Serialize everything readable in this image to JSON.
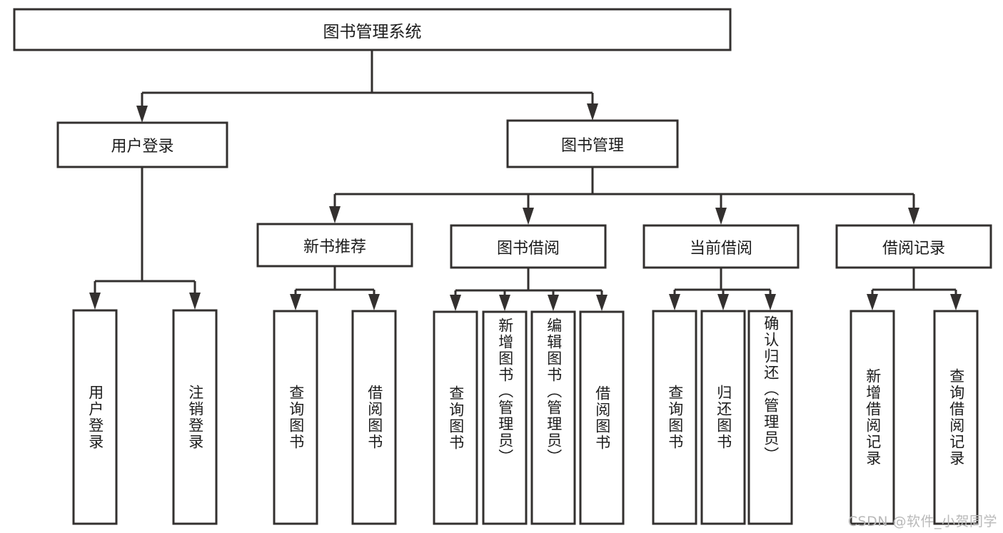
{
  "diagram": {
    "type": "tree-hierarchy",
    "title": "图书管理系统",
    "watermark": "CSDN @软件_小贺同学",
    "colors": {
      "stroke": "#33302f",
      "fill": "#ffffff",
      "text": "#1c1c1c",
      "watermark": "#b9b9b9",
      "background": "#ffffff"
    },
    "levels": {
      "root": {
        "label": "图书管理系统",
        "orientation": "horizontal"
      },
      "level1": [
        {
          "id": "user-login",
          "label": "用户登录",
          "orientation": "horizontal"
        },
        {
          "id": "book-manage",
          "label": "图书管理",
          "orientation": "horizontal"
        }
      ],
      "level2": [
        {
          "id": "new-book-recommend",
          "label": "新书推荐",
          "parent": "book-manage",
          "orientation": "horizontal"
        },
        {
          "id": "book-borrow",
          "label": "图书借阅",
          "parent": "book-manage",
          "orientation": "horizontal"
        },
        {
          "id": "current-borrow",
          "label": "当前借阅",
          "parent": "book-manage",
          "orientation": "horizontal"
        },
        {
          "id": "borrow-record",
          "label": "借阅记录",
          "parent": "book-manage",
          "orientation": "horizontal"
        }
      ],
      "leaves": [
        {
          "id": "leaf-user-login",
          "label": "用户登录",
          "parent": "user-login",
          "orientation": "vertical"
        },
        {
          "id": "leaf-logout",
          "label": "注销登录",
          "parent": "user-login",
          "orientation": "vertical"
        },
        {
          "id": "leaf-query-book-1",
          "label": "查询图书",
          "parent": "new-book-recommend",
          "orientation": "vertical"
        },
        {
          "id": "leaf-borrow-book-1",
          "label": "借阅图书",
          "parent": "new-book-recommend",
          "orientation": "vertical"
        },
        {
          "id": "leaf-query-book-2",
          "label": "查询图书",
          "parent": "book-borrow",
          "orientation": "vertical"
        },
        {
          "id": "leaf-add-book",
          "label": "新增图书（管理员）",
          "parent": "book-borrow",
          "orientation": "vertical"
        },
        {
          "id": "leaf-edit-book",
          "label": "编辑图书（管理员）",
          "parent": "book-borrow",
          "orientation": "vertical"
        },
        {
          "id": "leaf-borrow-book-2",
          "label": "借阅图书",
          "parent": "book-borrow",
          "orientation": "vertical"
        },
        {
          "id": "leaf-query-book-3",
          "label": "查询图书",
          "parent": "current-borrow",
          "orientation": "vertical"
        },
        {
          "id": "leaf-return-book",
          "label": "归还图书",
          "parent": "current-borrow",
          "orientation": "vertical"
        },
        {
          "id": "leaf-confirm-return",
          "label": "确认归还（管理员）",
          "parent": "current-borrow",
          "orientation": "vertical"
        },
        {
          "id": "leaf-add-record",
          "label": "新增借阅记录",
          "parent": "borrow-record",
          "orientation": "vertical"
        },
        {
          "id": "leaf-query-record",
          "label": "查询借阅记录",
          "parent": "borrow-record",
          "orientation": "vertical"
        }
      ]
    }
  }
}
